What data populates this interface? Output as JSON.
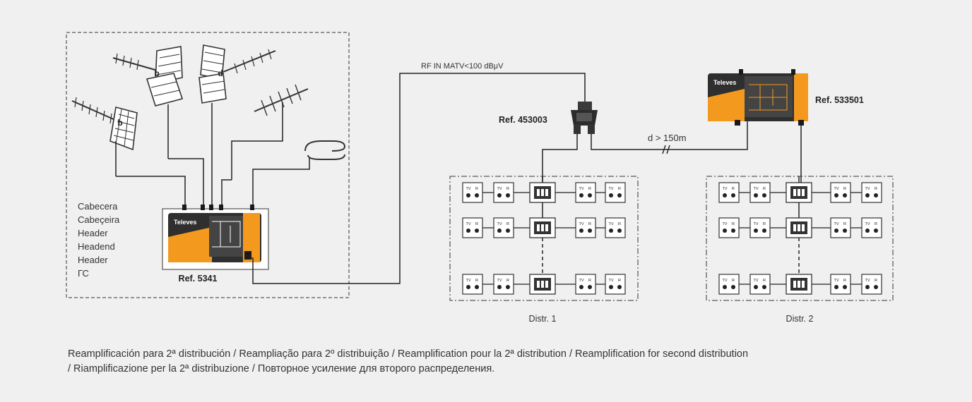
{
  "header_labels": [
    "Cabecera",
    "Cabeçeira",
    "Header",
    "Headend",
    "Header",
    "ГС"
  ],
  "refs": {
    "headend": "Ref. 5341",
    "splitter": "Ref. 453003",
    "amplifier": "Ref. 533501"
  },
  "rf_in_label": "RF IN MATV<100 dBμV",
  "distance_label": "d > 150m",
  "distribution_1_label": "Distr. 1",
  "distribution_2_label": "Distr. 2",
  "brand_label": "Televes",
  "outlet_labels": {
    "tv": "TV",
    "radio": "R"
  },
  "antenna_markers": [
    "b",
    "b",
    "d"
  ],
  "caption_lines": [
    "Reamplificación para 2ª distribución / Reampliação para 2º distribuição / Reamplification pour la 2ª distribution / Reamplification for second distribution",
    "/ Riamplificazione per la 2ª distribuzione / Повторное усиление для второго распределения."
  ],
  "colors": {
    "background": "#f0f0f0",
    "device_orange": "#f39a1e",
    "device_dark": "#2f2f2f",
    "line": "#222222"
  }
}
